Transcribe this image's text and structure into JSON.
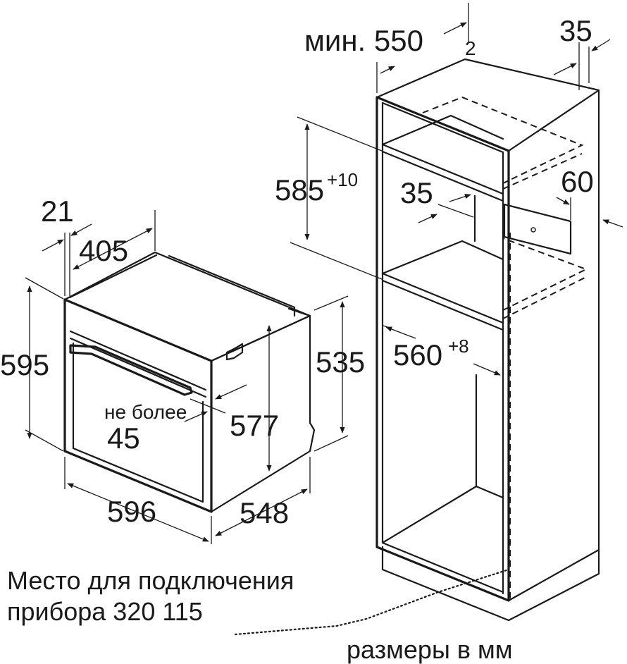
{
  "dimensions": {
    "oven_depth_front": "21",
    "oven_width_top": "405",
    "oven_height": "595",
    "oven_height_back": "535",
    "oven_height_inner": "577",
    "oven_width": "596",
    "oven_depth": "548",
    "door_gap_label_line1": "не более",
    "door_gap_value": "45",
    "cabinet_min_label": "мин. 550",
    "cabinet_depth_marker": "2",
    "cabinet_back_gap": "35",
    "niche_height_base": "585",
    "niche_height_tol": "+10",
    "shelf_gap": "35",
    "vent_depth": "60",
    "niche_width_base": "560",
    "niche_width_tol": "+8"
  },
  "notes": {
    "connection_line1": "Место для подключения",
    "connection_line2": "прибора 320 115",
    "units": "размеры в мм"
  }
}
